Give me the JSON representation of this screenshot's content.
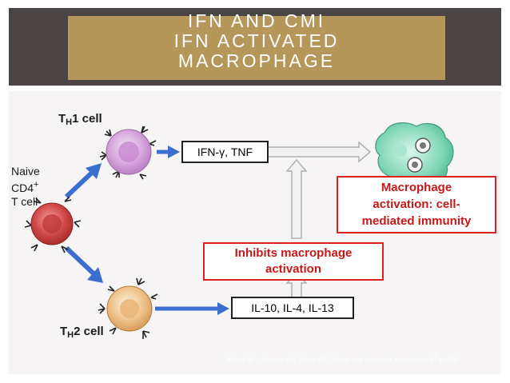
{
  "title": {
    "line1": "IFN AND CMI",
    "line2": "IFN ACTIVATED",
    "line3": "MACROPHAGE"
  },
  "diagram": {
    "th1_label": {
      "main": "T",
      "sub": "H",
      "rest": "1 cell"
    },
    "th2_label": {
      "main": "T",
      "sub": "H",
      "rest": "2 cell"
    },
    "naive_label": {
      "line1": "Naive",
      "line2a": "CD4",
      "line2sup": "+",
      "line3": "T cell"
    },
    "ifn_box": "IFN-γ, TNF",
    "il_box": "IL-10, IL-4, IL-13",
    "inhibit_box": {
      "line1": "Inhibits macrophage",
      "line2": "activation"
    },
    "macrophage_box": {
      "line1": "Macrophage",
      "line2": "activation: cell-",
      "line3": "mediated immunity"
    }
  },
  "colors": {
    "title_band": "#4a4444",
    "title_box": "#b6975a",
    "arrow_blue": "#3a6fd0",
    "red_text": "#c81818"
  },
  "citation": {
    "text": "Abbas AK, Lichtman AH, Pober JS. Cellular and molecular Immunology.4",
    "sup": "th",
    "end": " ed.200"
  }
}
